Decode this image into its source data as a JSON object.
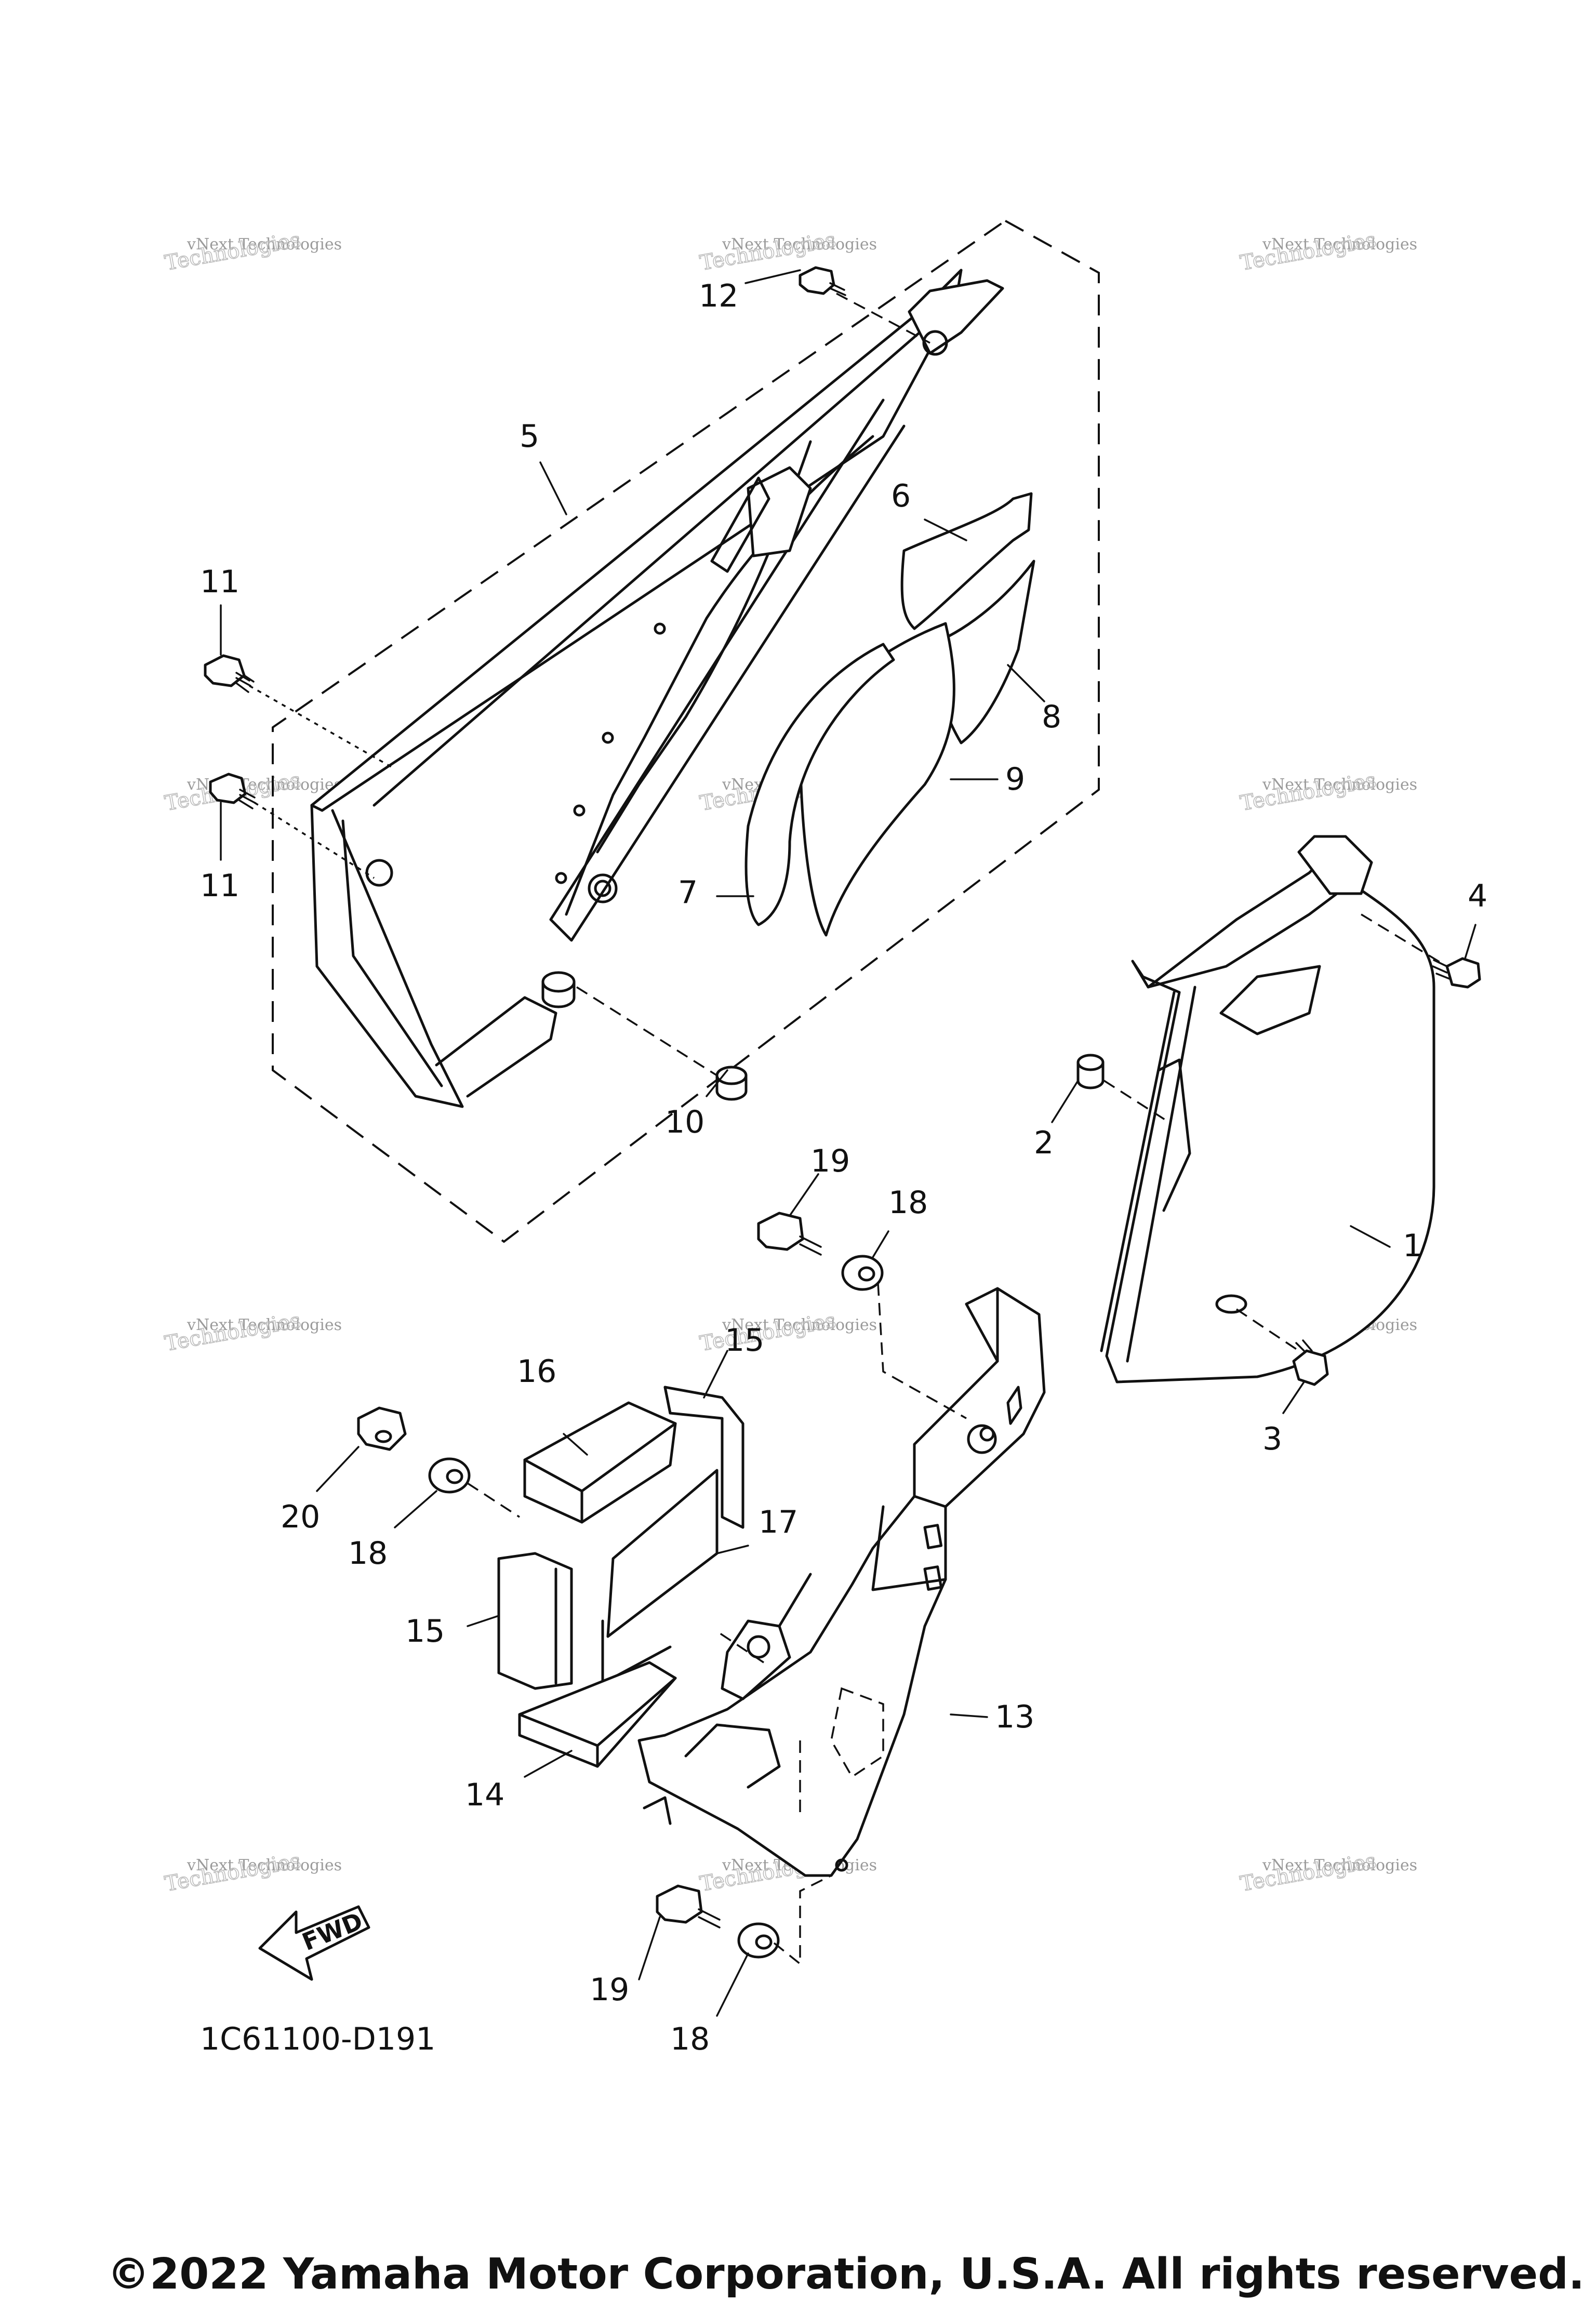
{
  "diagram": {
    "drawing_code": "1C61100-D191",
    "fwd_label": "FWD",
    "copyright": "©2022 Yamaha Motor Corporation, U.S.A. All rights reserved.",
    "watermark": {
      "line1": "vNext Technologies",
      "line2": "Technologies"
    },
    "callouts": [
      "1",
      "2",
      "3",
      "4",
      "5",
      "6",
      "7",
      "8",
      "9",
      "10",
      "11",
      "11",
      "12",
      "13",
      "14",
      "15",
      "15",
      "16",
      "17",
      "18",
      "18",
      "18",
      "19",
      "19",
      "20"
    ]
  }
}
